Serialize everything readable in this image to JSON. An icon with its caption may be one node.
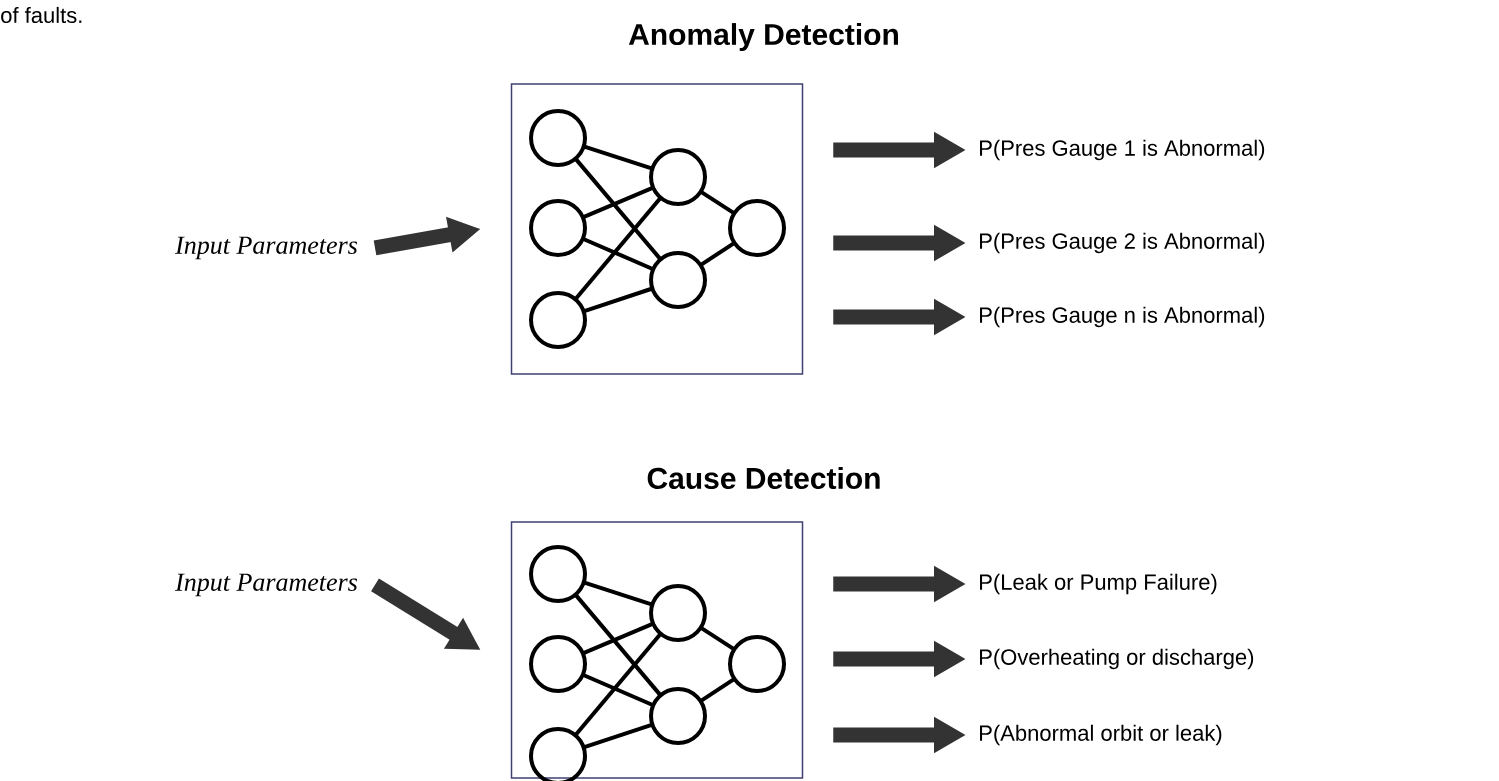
{
  "diagram": {
    "nodes": [
      {
        "text": [
          "Input Parameters"
        ]
      },
      {
        "text": [
          "Anomaly Detection"
        ]
      },
      {
        "text": [
          "P(Pres Gauge 1 is Abnormal)"
        ]
      },
      {
        "text": [
          "P(Pres Gauge 2 is Abnormal)"
        ]
      },
      {
        "text": [
          "P(Pres Gauge n is Abnormal)"
        ]
      },
      {
        "text": [
          "Input Parameters"
        ]
      },
      {
        "text": [
          "Cause Detection"
        ]
      },
      {
        "text": [
          "P(Leak or Pump Failure)"
        ]
      },
      {
        "text": [
          "P(Overheating or discharge)"
        ]
      },
      {
        "text": [
          "P(Abnormal orbit or leak)"
        ]
      }
    ],
    "edges": [
      {
        "from": 0,
        "to": 1,
        "arrow": "to"
      },
      {
        "from": 1,
        "to": 2,
        "arrow": "to"
      },
      {
        "from": 1,
        "to": 3,
        "arrow": "to"
      },
      {
        "from": 1,
        "to": 4,
        "arrow": "to"
      },
      {
        "from": 5,
        "to": 6,
        "arrow": "to"
      },
      {
        "from": 6,
        "to": 7,
        "arrow": "to"
      },
      {
        "from": 6,
        "to": 8,
        "arrow": "to"
      },
      {
        "from": 6,
        "to": 9,
        "arrow": "to"
      }
    ],
    "labels": [
      "of faults."
    ]
  }
}
